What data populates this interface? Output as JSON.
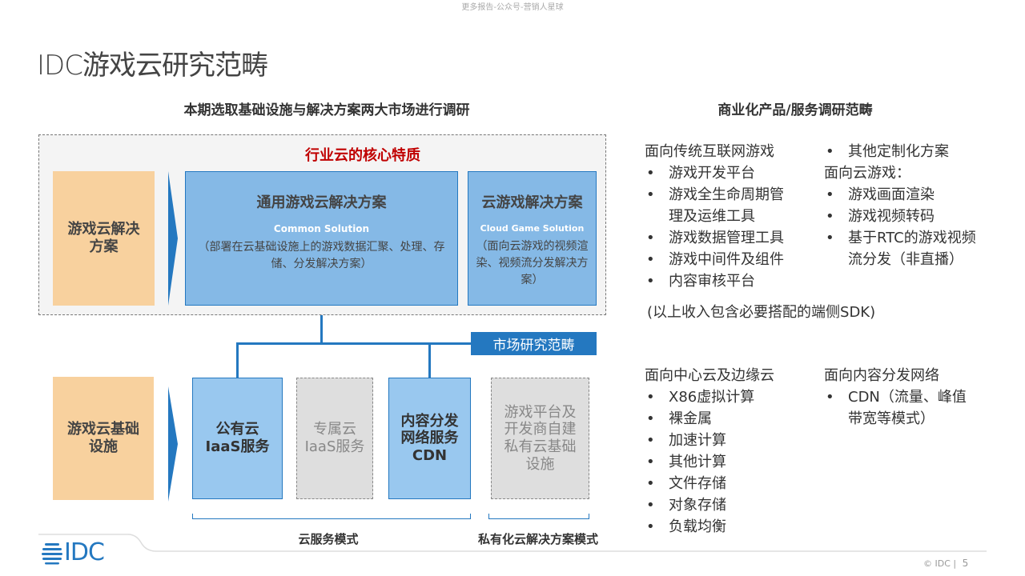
{
  "watermark": "更多报告-公众号-营销人星球",
  "title": "IDC游戏云研究范畴",
  "left_heading": "本期选取基础设施与解决方案两大市场进行调研",
  "right_heading": "商业化产品/服务调研范畴",
  "core_title": "行业云的核心特质",
  "solution_row": {
    "label": "游戏云解决方案",
    "common": {
      "title": "通用游戏云解决方案",
      "en": "Common Solution",
      "desc": "（部署在云基础设施上的游戏数据汇聚、处理、存储、分发解决方案）"
    },
    "cloud_game": {
      "title": "云游戏解决方案",
      "en": "Cloud Game Solution",
      "desc": "（面向云游戏的视频渲染、视频流分发解决方案）"
    }
  },
  "market_scope_tag": "市场研究范畴",
  "infra_row": {
    "label": "游戏云基础设施",
    "boxes": [
      {
        "l1": "公有云",
        "l2": "IaaS服务"
      },
      {
        "l1": "专属云",
        "l2": "IaaS服务"
      },
      {
        "l1": "内容分发网络服务",
        "l2": "CDN"
      },
      {
        "l1": "游戏平台及开发商自建私有云基础设施",
        "l2": ""
      }
    ]
  },
  "bottom_labels": [
    "云服务模式",
    "私有化云解决方案模式"
  ],
  "right_top": {
    "col1_head": "面向传统互联网游戏",
    "col1": [
      "游戏开发平台",
      "游戏全生命周期管理及运维工具",
      "游戏数据管理工具",
      "游戏中间件及组件",
      "内容审核平台"
    ],
    "col2_first": "其他定制化方案",
    "col2_head": "面向云游戏：",
    "col2": [
      "游戏画面渲染",
      "游戏视频转码",
      "基于RTC的游戏视频流分发（非直播）"
    ],
    "note": "(以上收入包含必要搭配的端侧SDK)"
  },
  "right_bottom": {
    "col1_head": "面向中心云及边缘云",
    "col1": [
      "X86虚拟计算",
      "裸金属",
      "加速计算",
      "其他计算",
      "文件存储",
      "对象存储",
      "负载均衡"
    ],
    "col2_head": "面向内容分发网络",
    "col2": [
      "CDN（流量、峰值带宽等模式）"
    ]
  },
  "footer": {
    "logo": "IDC",
    "copyright": "© IDC |",
    "page": "5"
  },
  "colors": {
    "blue": "#2478c0",
    "orange": "#f8d19e",
    "red": "#c00000"
  }
}
